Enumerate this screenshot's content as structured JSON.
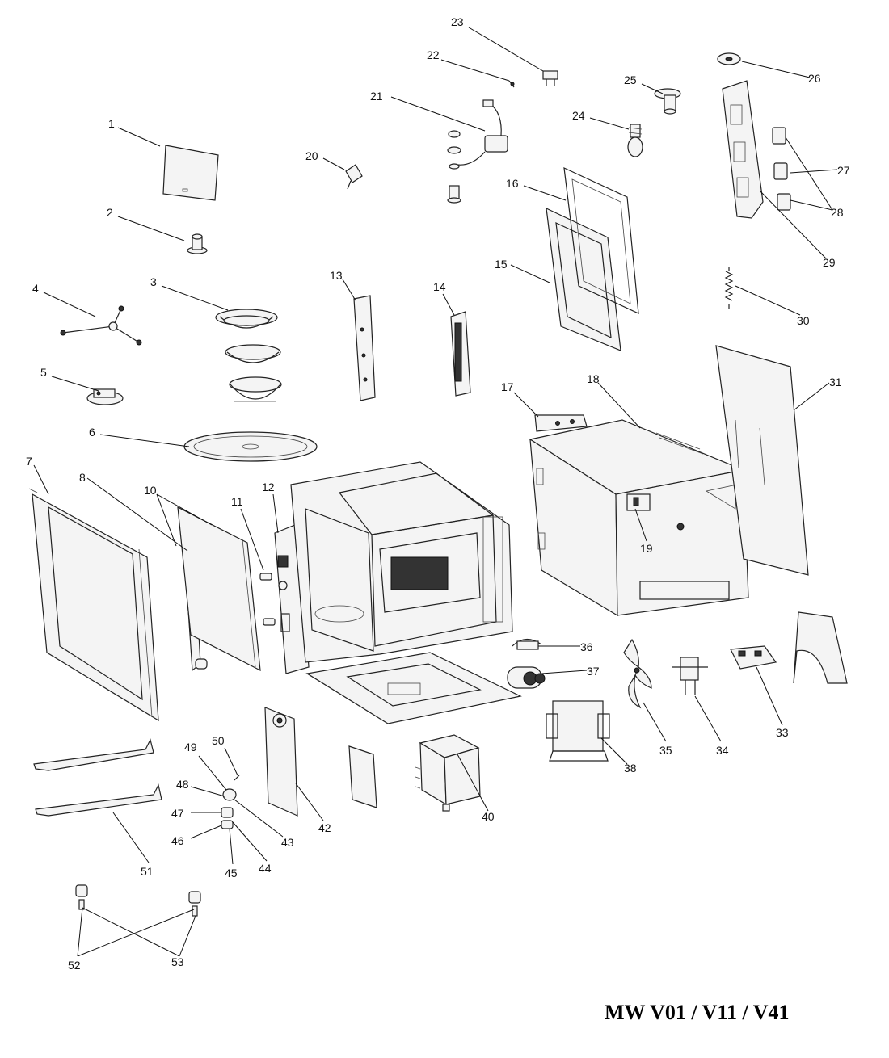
{
  "model_code": "MW V01 / V11 / V41",
  "parts": [
    {
      "id": "1",
      "label": "1"
    },
    {
      "id": "2",
      "label": "2"
    },
    {
      "id": "3",
      "label": "3"
    },
    {
      "id": "4",
      "label": "4"
    },
    {
      "id": "5",
      "label": "5"
    },
    {
      "id": "6",
      "label": "6"
    },
    {
      "id": "7",
      "label": "7"
    },
    {
      "id": "8",
      "label": "8"
    },
    {
      "id": "10",
      "label": "10"
    },
    {
      "id": "11",
      "label": "11"
    },
    {
      "id": "12",
      "label": "12"
    },
    {
      "id": "13",
      "label": "13"
    },
    {
      "id": "14",
      "label": "14"
    },
    {
      "id": "15",
      "label": "15"
    },
    {
      "id": "16",
      "label": "16"
    },
    {
      "id": "17",
      "label": "17"
    },
    {
      "id": "18",
      "label": "18"
    },
    {
      "id": "19",
      "label": "19"
    },
    {
      "id": "20",
      "label": "20"
    },
    {
      "id": "21",
      "label": "21"
    },
    {
      "id": "22",
      "label": "22"
    },
    {
      "id": "23",
      "label": "23"
    },
    {
      "id": "24",
      "label": "24"
    },
    {
      "id": "25",
      "label": "25"
    },
    {
      "id": "26",
      "label": "26"
    },
    {
      "id": "27",
      "label": "27"
    },
    {
      "id": "28",
      "label": "28"
    },
    {
      "id": "29",
      "label": "29"
    },
    {
      "id": "30",
      "label": "30"
    },
    {
      "id": "31",
      "label": "31"
    },
    {
      "id": "33",
      "label": "33"
    },
    {
      "id": "34",
      "label": "34"
    },
    {
      "id": "35",
      "label": "35"
    },
    {
      "id": "36",
      "label": "36"
    },
    {
      "id": "37",
      "label": "37"
    },
    {
      "id": "38",
      "label": "38"
    },
    {
      "id": "40",
      "label": "40"
    },
    {
      "id": "42",
      "label": "42"
    },
    {
      "id": "43",
      "label": "43"
    },
    {
      "id": "44",
      "label": "44"
    },
    {
      "id": "45",
      "label": "45"
    },
    {
      "id": "46",
      "label": "46"
    },
    {
      "id": "47",
      "label": "47"
    },
    {
      "id": "48",
      "label": "48"
    },
    {
      "id": "49",
      "label": "49"
    },
    {
      "id": "50",
      "label": "50"
    },
    {
      "id": "51",
      "label": "51"
    },
    {
      "id": "52",
      "label": "52"
    },
    {
      "id": "53",
      "label": "53"
    }
  ]
}
